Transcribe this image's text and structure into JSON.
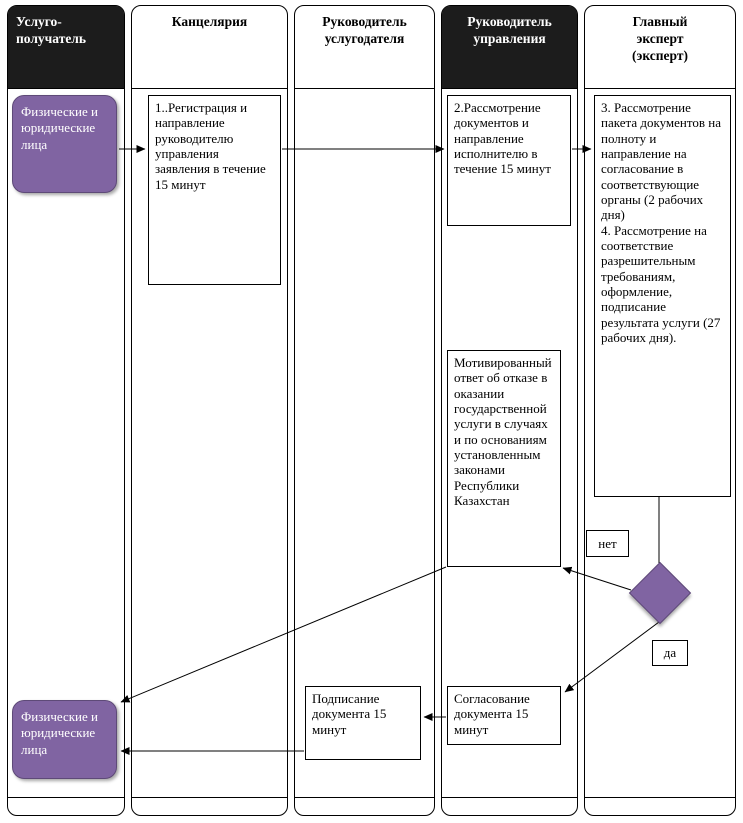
{
  "lanes": [
    {
      "label": "Услуго-получатель"
    },
    {
      "label": "Канцелярия"
    },
    {
      "label": "Руководитель услугодателя"
    },
    {
      "label": "Руководитель управления"
    },
    {
      "label": "Главный эксперт (эксперт)"
    }
  ],
  "nodes": {
    "recipient_top": "Физические и юридические лица",
    "step1": "1..Регистрация и направление руководителю управления заявления в течение 15 минут",
    "step2": "2.Рассмотрение документов и направление исполнителю в течение 15 минут",
    "step3_4": "3. Рассмотрение пакета документов на полноту и направление на согласование в соответствующие органы (2 рабочих дня)\n4. Рассмотрение на соответствие разрешительным требованиям, оформление, подписание результата услуги (27 рабочих дня).",
    "refusal": "Мотивированный ответ об отказе в оказании государственной услуги в случаях и по основаниям установленным законами Республики Казахстан",
    "approval": "Согласование документа 15 минут",
    "signing": "Подписание документа 15 минут",
    "recipient_bottom": "Физические и юридические лица",
    "decision_no": "нет",
    "decision_yes": "да"
  },
  "colors": {
    "node_purple": "#8064A2",
    "node_purple_border": "#5E4A78",
    "header_dark": "#1C1C1C",
    "connector_line": "#000000"
  }
}
